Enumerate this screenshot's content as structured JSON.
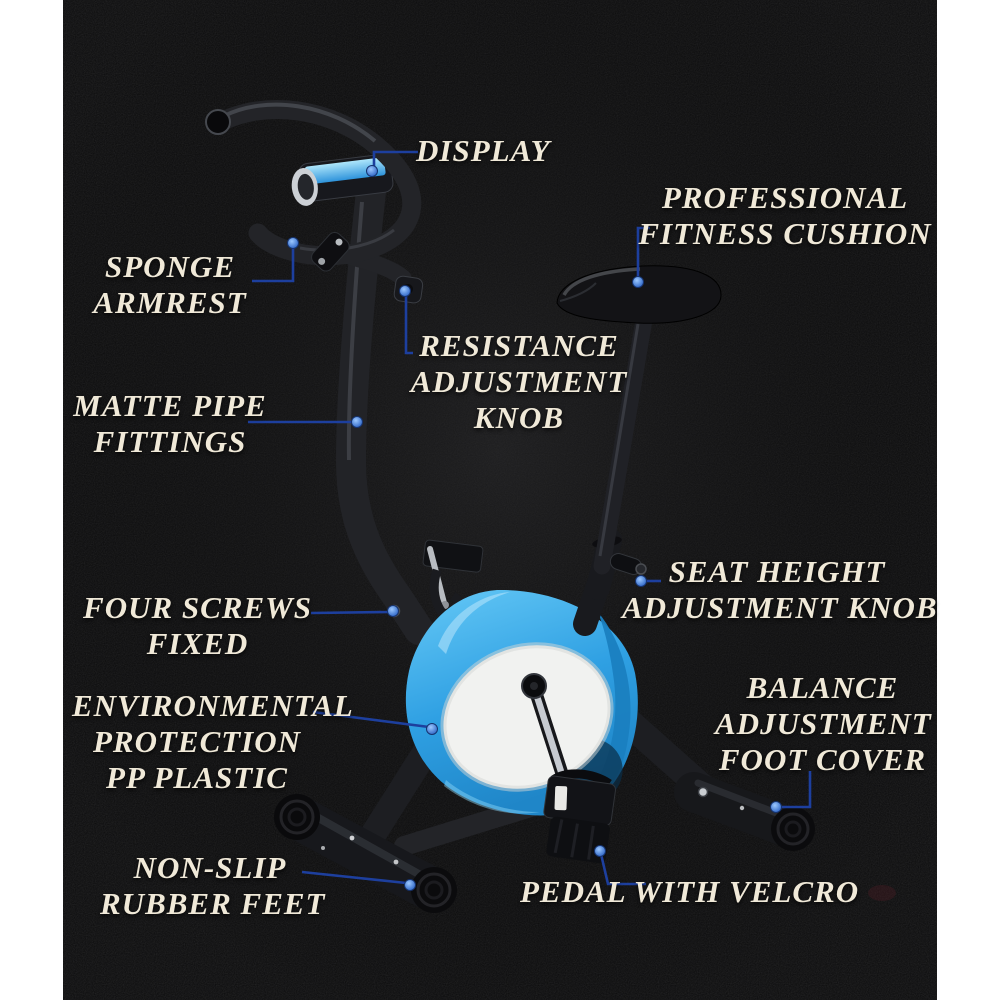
{
  "image_title": "Exercise bike feature callout diagram",
  "colors": {
    "background": "#0b0b0c",
    "page_margin": "#ffffff",
    "label_text": "#f0e9d8",
    "leader_line": "#1d3f9e",
    "leader_dot": "#4f8de0",
    "housing_blue": "#35a7e8",
    "display_screen_blue": "#5fc0f0"
  },
  "labels": [
    {
      "id": "display",
      "lines": [
        "DISPLAY"
      ]
    },
    {
      "id": "professional-fitness-cushion",
      "lines": [
        "PROFESSIONAL",
        "FITNESS CUSHION"
      ]
    },
    {
      "id": "sponge-armrest",
      "lines": [
        "SPONGE",
        "ARMREST"
      ]
    },
    {
      "id": "resistance-adjustment-knob",
      "lines": [
        "RESISTANCE",
        "ADJUSTMENT",
        "KNOB"
      ]
    },
    {
      "id": "matte-pipe-fittings",
      "lines": [
        "MATTE PIPE",
        "FITTINGS"
      ]
    },
    {
      "id": "four-screws-fixed",
      "lines": [
        "FOUR SCREWS",
        "FIXED"
      ]
    },
    {
      "id": "seat-height-adjustment-knob",
      "lines": [
        "SEAT HEIGHT",
        "ADJUSTMENT KNOB"
      ]
    },
    {
      "id": "environmental-protection-pp-plastic",
      "lines": [
        "ENVIRONMENTAL",
        "PROTECTION",
        "PP PLASTIC"
      ]
    },
    {
      "id": "balance-adjustment-foot-cover",
      "lines": [
        "BALANCE",
        "ADJUSTMENT",
        "FOOT COVER"
      ]
    },
    {
      "id": "non-slip-rubber-feet",
      "lines": [
        "NON-SLIP",
        "RUBBER FEET"
      ]
    },
    {
      "id": "pedal-with-velcro",
      "lines": [
        "PEDAL WITH VELCRO"
      ]
    }
  ]
}
